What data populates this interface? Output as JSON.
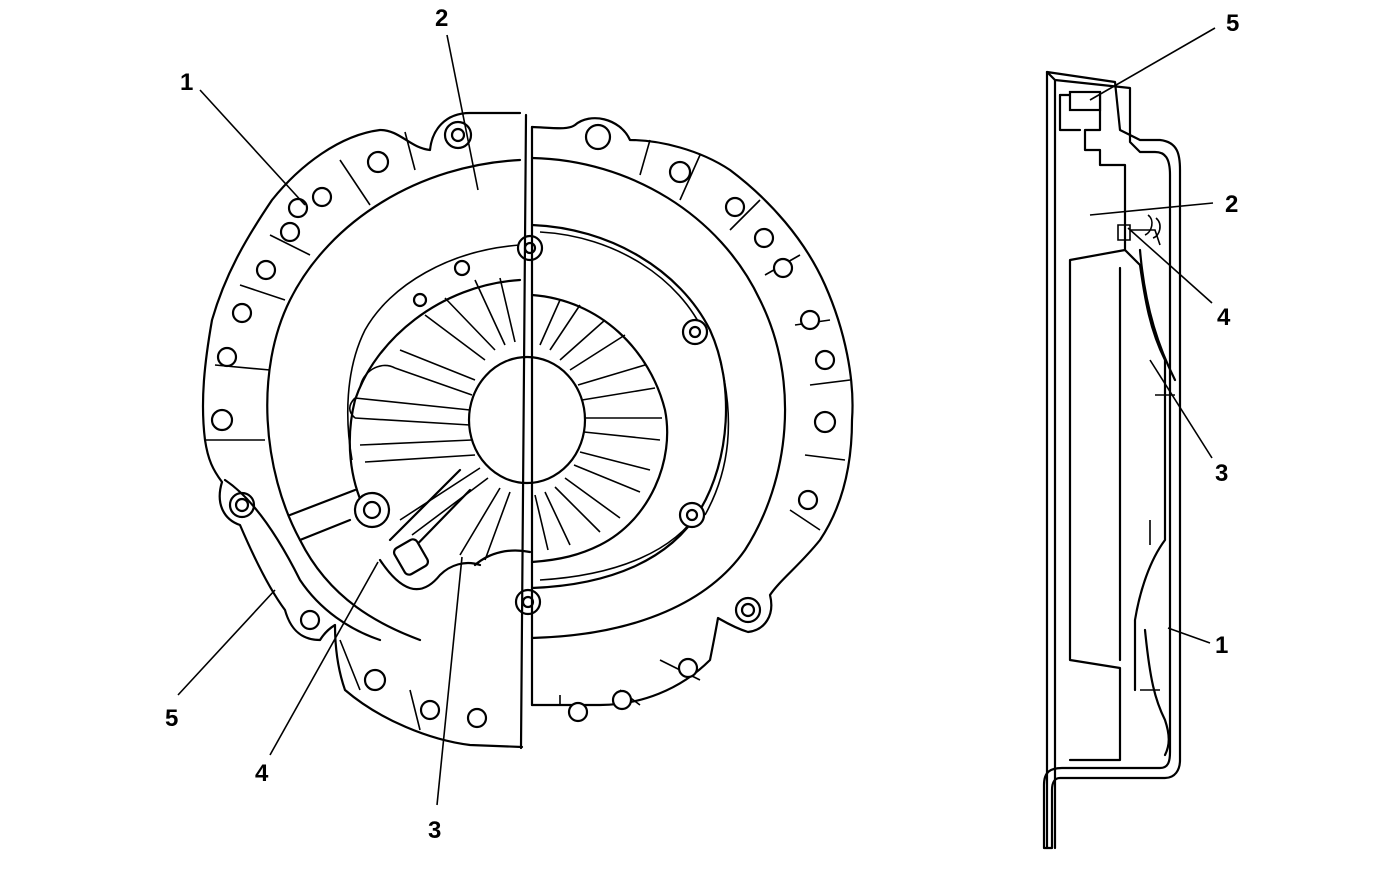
{
  "front_view": {
    "callouts": [
      {
        "id": "front-callout-1",
        "label": "1"
      },
      {
        "id": "front-callout-2",
        "label": "2"
      },
      {
        "id": "front-callout-3",
        "label": "3"
      },
      {
        "id": "front-callout-4",
        "label": "4"
      },
      {
        "id": "front-callout-5",
        "label": "5"
      }
    ]
  },
  "side_view": {
    "callouts": [
      {
        "id": "side-callout-5",
        "label": "5"
      },
      {
        "id": "side-callout-2",
        "label": "2"
      },
      {
        "id": "side-callout-4",
        "label": "4"
      },
      {
        "id": "side-callout-3",
        "label": "3"
      },
      {
        "id": "side-callout-1",
        "label": "1"
      }
    ]
  }
}
